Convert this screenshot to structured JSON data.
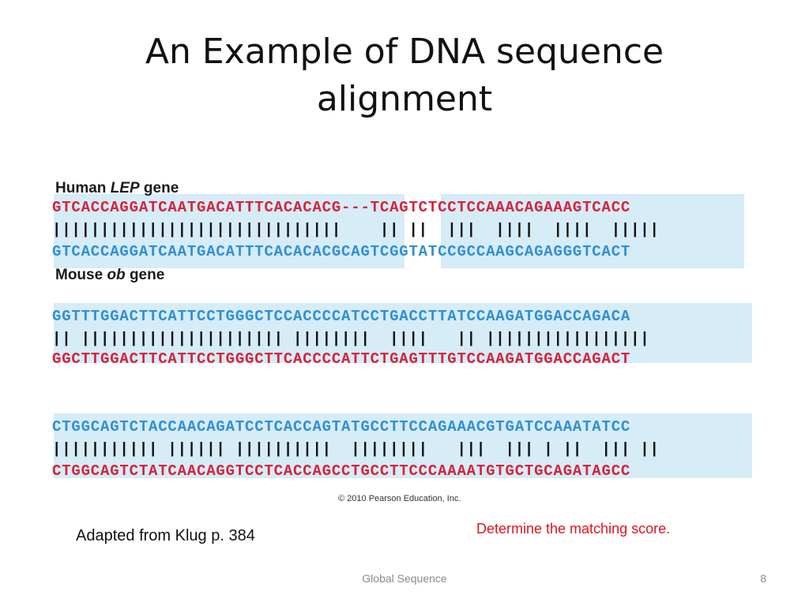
{
  "slide": {
    "title_line1": "An Example of DNA sequence",
    "title_line2": "alignment",
    "caption": "Adapted from Klug p. 384",
    "prompt": "Determine the  matching score.",
    "footer": "Global Sequence",
    "page_number": "8"
  },
  "figure": {
    "human_label_prefix": "Human ",
    "human_label_gene": "LEP",
    "human_label_suffix": " gene",
    "mouse_label_prefix": "Mouse ",
    "mouse_label_gene": "ob",
    "mouse_label_suffix": " gene",
    "copyright": "© 2010 Pearson Education, Inc.",
    "blocks": [
      {
        "top": "GTCACCAGGATCAATGACATTTCACACACG---TCAGTCTCCTCCAAACAGAAAGTCACC",
        "bars": "||||||||||||||||||||||||||||||    || ||  |||  ||||  ||||  |||||",
        "bottom": "GTCACCAGGATCAATGACATTTCACACACGCAGTCGGTATCCGCCAAGCAGAGGGTCACT"
      },
      {
        "top": "GGTTTGGACTTCATTCCTGGGCTCCACCCCATCCTGACCTTATCCAAGATGGACCAGACA",
        "bars": "|| ||||||||||||||||||||| ||||||||  ||||   || |||||||||||||||||",
        "bottom": "GGCTTGGACTTCATTCCTGGGCTTCACCCCATTCTGAGTTTGTCCAAGATGGACCAGACT"
      },
      {
        "top": "CTGGCAGTCTACCAACAGATCCTCACCAGTATGCCTTCCAGAAACGTGATCCAAATATCC",
        "bars": "||||||||||| |||||| ||||||||||  ||||||||   |||  ||| | ||  ||| ||",
        "bottom": "CTGGCAGTCTATCAACAGGTCCTCACCAGCCTGCCTTCCCAAAATGTGCTGCAGATAGCC"
      }
    ]
  }
}
